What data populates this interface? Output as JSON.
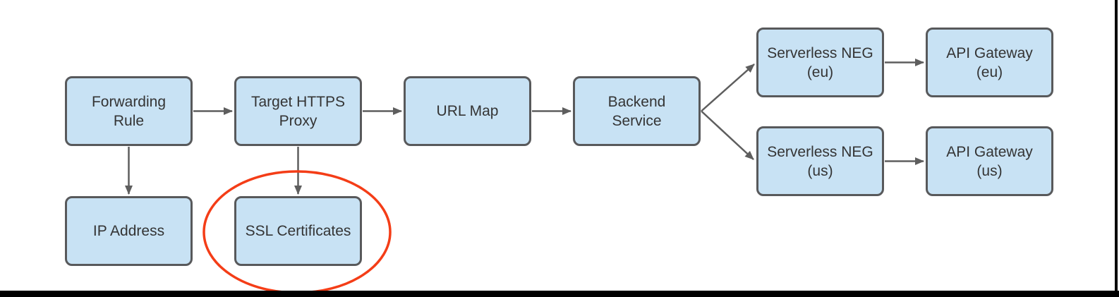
{
  "diagram": {
    "type": "flowchart",
    "nodes": {
      "forwarding_rule": {
        "label": "Forwarding Rule"
      },
      "target_https_proxy": {
        "label": "Target HTTPS Proxy"
      },
      "url_map": {
        "label": "URL Map"
      },
      "backend_service": {
        "label": "Backend Service"
      },
      "serverless_neg_eu": {
        "label": "Serverless NEG (eu)"
      },
      "api_gateway_eu": {
        "label": "API Gateway (eu)"
      },
      "serverless_neg_us": {
        "label": "Serverless NEG (us)"
      },
      "api_gateway_us": {
        "label": "API Gateway (us)"
      },
      "ip_address": {
        "label": "IP Address"
      },
      "ssl_certificates": {
        "label": "SSL Certificates"
      }
    },
    "edges": [
      {
        "from": "Forwarding Rule",
        "to": "Target HTTPS Proxy"
      },
      {
        "from": "Forwarding Rule",
        "to": "IP Address"
      },
      {
        "from": "Target HTTPS Proxy",
        "to": "URL Map"
      },
      {
        "from": "Target HTTPS Proxy",
        "to": "SSL Certificates"
      },
      {
        "from": "URL Map",
        "to": "Backend Service"
      },
      {
        "from": "Backend Service",
        "to": "Serverless NEG (eu)"
      },
      {
        "from": "Backend Service",
        "to": "Serverless NEG (us)"
      },
      {
        "from": "Serverless NEG (eu)",
        "to": "API Gateway (eu)"
      },
      {
        "from": "Serverless NEG (us)",
        "to": "API Gateway (us)"
      }
    ],
    "annotation": {
      "shape": "ellipse",
      "highlights": "SSL Certificates",
      "color": "#f43d17"
    },
    "colors": {
      "node_fill": "#c8e2f4",
      "node_border": "#58595b",
      "connector": "#5e5e5e",
      "text": "#343434",
      "highlight": "#f43d17",
      "window_edge": "#000000",
      "background": "#ffffff"
    }
  }
}
